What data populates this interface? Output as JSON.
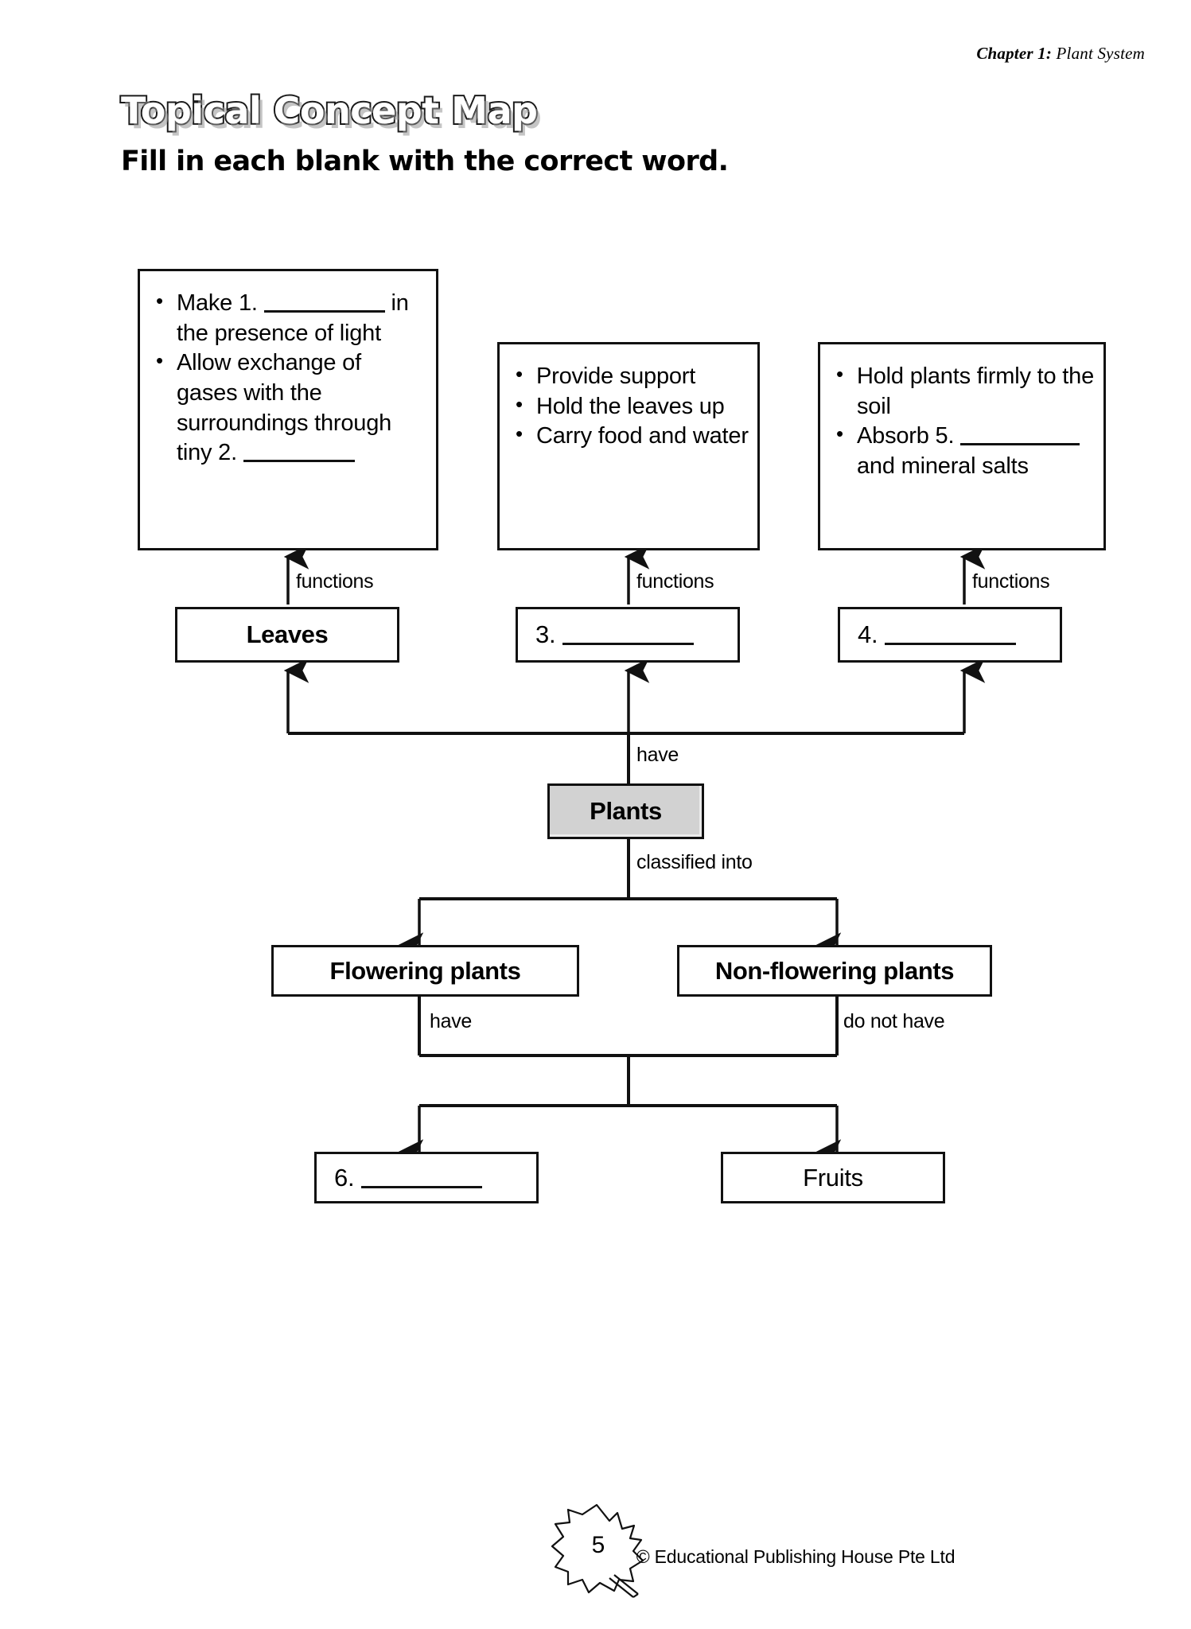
{
  "header": {
    "chapter_prefix": "Chapter 1:",
    "chapter_title": "Plant System"
  },
  "title": "Topical Concept Map",
  "instruction": "Fill in each blank with the correct word.",
  "colors": {
    "ink": "#111111",
    "shaded_node_fill": "#d2d2d2",
    "page_background": "#ffffff"
  },
  "function_boxes": [
    {
      "id": "leaf-functions-box",
      "bullets": [
        {
          "before": "Make 1.",
          "blank": true,
          "after": "in the presence of light"
        },
        {
          "before": "Allow exchange of gases with the surroundings through tiny 2.",
          "blank": true,
          "after": ""
        }
      ]
    },
    {
      "id": "stem-functions-box",
      "bullets": [
        {
          "before": "Provide support",
          "blank": false,
          "after": ""
        },
        {
          "before": "Hold the leaves up",
          "blank": false,
          "after": ""
        },
        {
          "before": "Carry food and water",
          "blank": false,
          "after": ""
        }
      ]
    },
    {
      "id": "root-functions-box",
      "bullets": [
        {
          "before": "Hold plants firmly to the soil",
          "blank": false,
          "after": ""
        },
        {
          "before": "Absorb 5.",
          "blank": true,
          "after": "and mineral salts"
        }
      ]
    }
  ],
  "nodes": {
    "leaves": "Leaves",
    "part3": "3.",
    "part4": "4.",
    "plants": "Plants",
    "flowering": "Flowering plants",
    "nonflowering": "Non-flowering plants",
    "blank6": "6.",
    "fruits": "Fruits"
  },
  "edge_labels": {
    "functions_left": "functions",
    "functions_mid": "functions",
    "functions_right": "functions",
    "have_top": "have",
    "classified_into": "classified into",
    "have_flowering": "have",
    "do_not_have": "do not have"
  },
  "footer": {
    "page_number": "5",
    "copyright": "© Educational Publishing House Pte Ltd"
  },
  "blanks": {
    "b1": "1.",
    "b2": "2.",
    "b3": "3.",
    "b4": "4.",
    "b5": "5.",
    "b6": "6."
  }
}
